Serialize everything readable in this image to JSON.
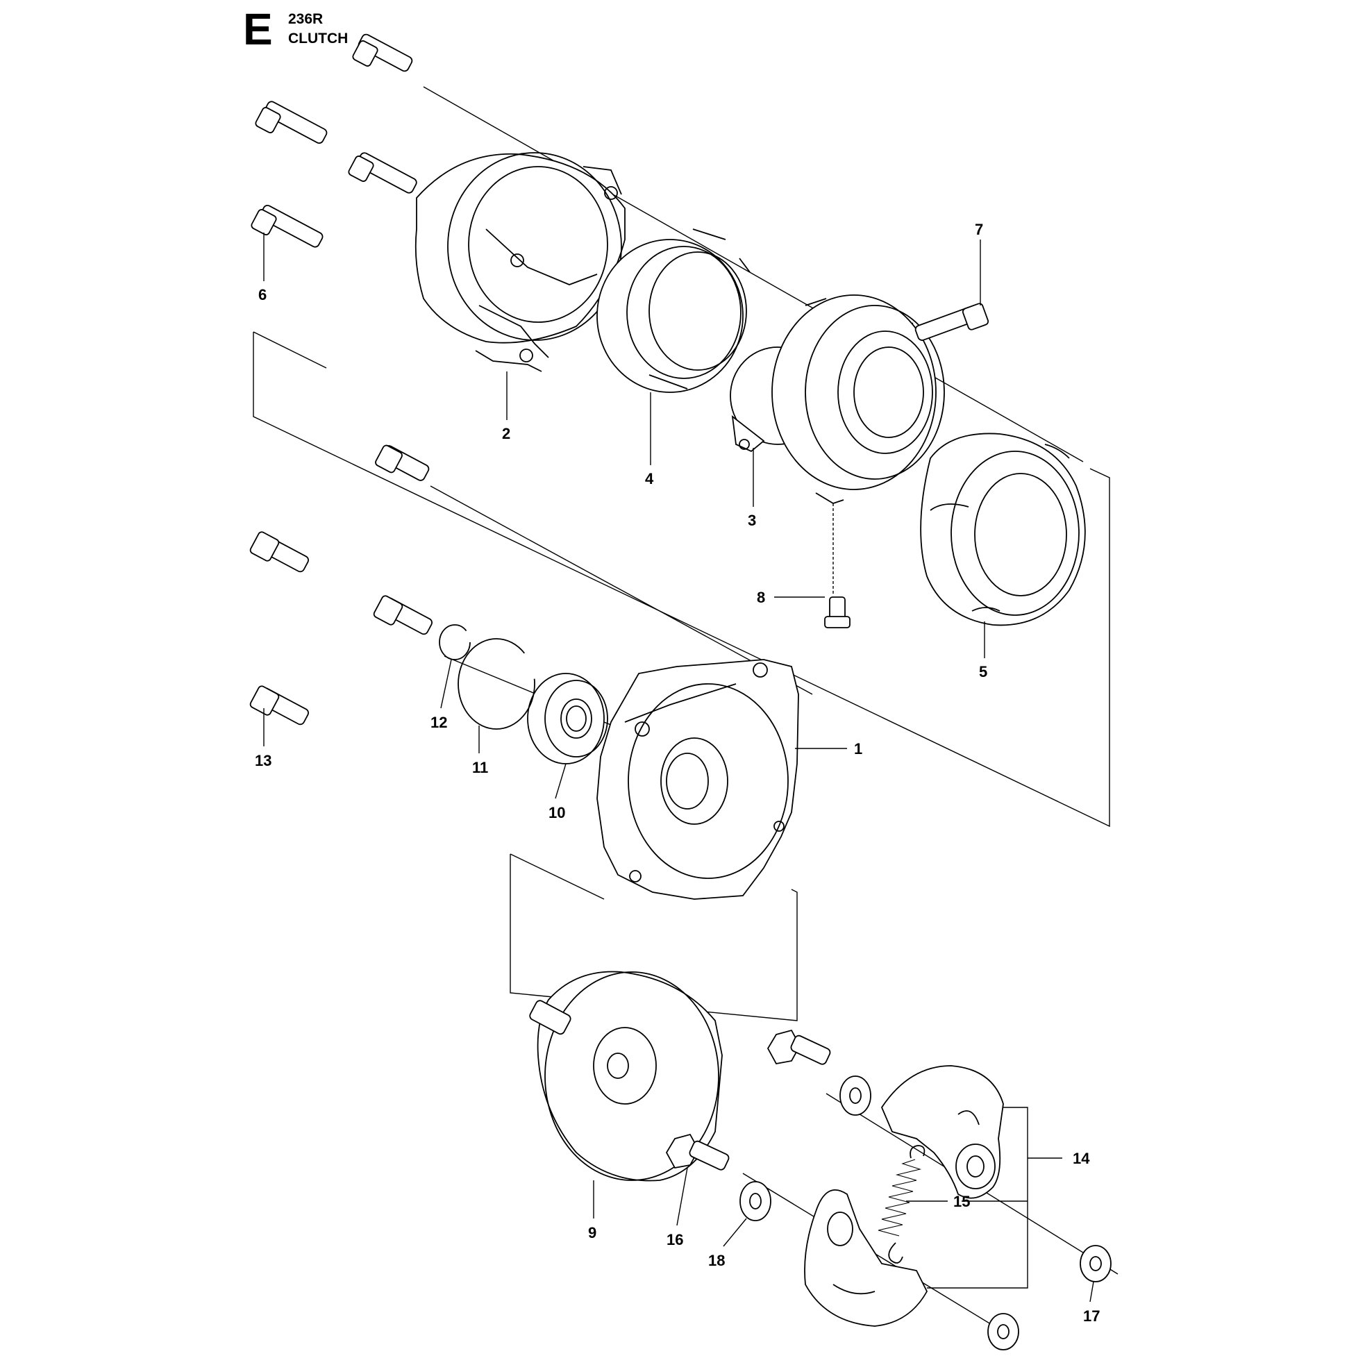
{
  "header": {
    "section_letter": "E",
    "model": "236R",
    "title": "CLUTCH"
  },
  "callouts": [
    "1",
    "2",
    "3",
    "4",
    "5",
    "6",
    "7",
    "8",
    "9",
    "10",
    "11",
    "12",
    "13",
    "14",
    "15",
    "16",
    "17",
    "18"
  ]
}
